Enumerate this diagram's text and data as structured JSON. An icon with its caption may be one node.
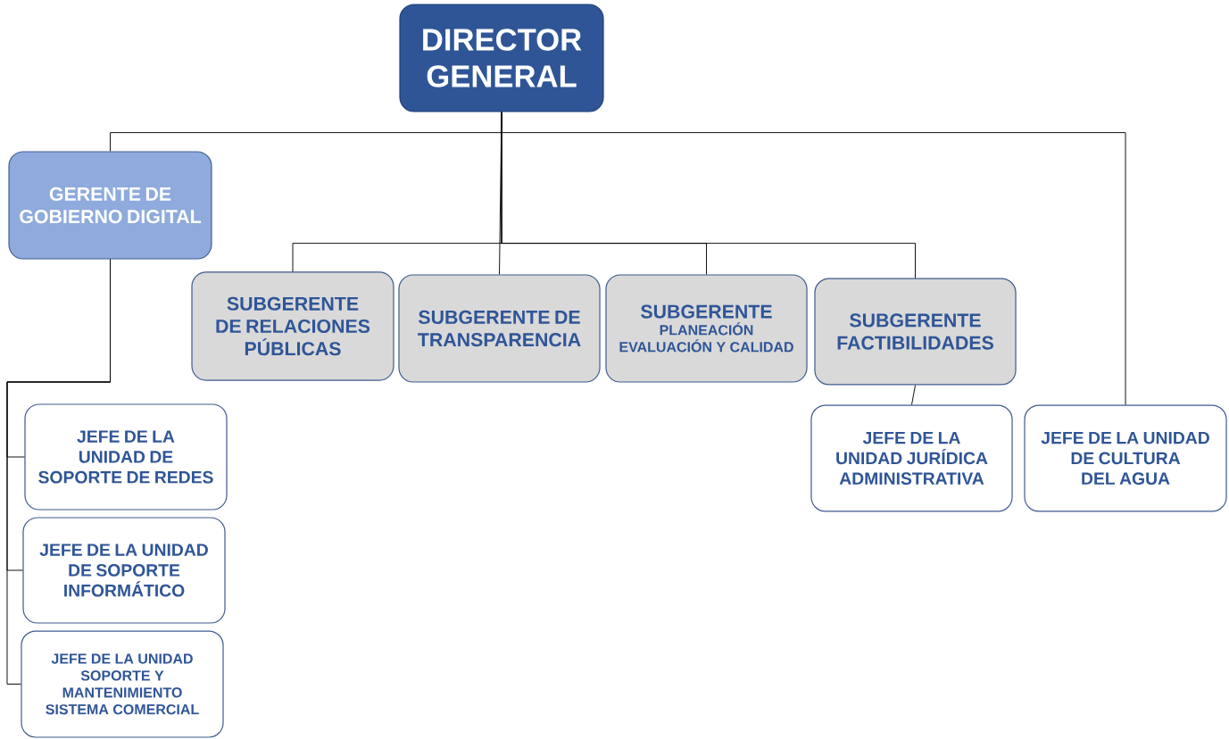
{
  "diagram": {
    "nodes": [
      {
        "text": [
          "DIRECTOR GENERAL"
        ]
      },
      {
        "text": [
          "GERENTE DE GOBIERNO DIGITAL"
        ]
      },
      {
        "text": [
          "SUBGERENTE DE RELACIONES PÚBLICAS"
        ]
      },
      {
        "text": [
          "SUBGERENTE DE TRANSPARENCIA"
        ]
      },
      {
        "text": [
          "SUBGERENTE",
          "PLANEACIÓN EVALUACIÓN Y CALIDAD"
        ]
      },
      {
        "text": [
          "SUBGERENTE FACTIBILIDADES"
        ]
      },
      {
        "text": [
          "JEFE DE LA UNIDAD JURÍDICA ADMINISTRATIVA"
        ]
      },
      {
        "text": [
          "JEFE DE LA UNIDAD DE CULTURA DEL AGUA"
        ]
      },
      {
        "text": [
          "JEFE DE LA UNIDAD DE SOPORTE DE REDES"
        ]
      },
      {
        "text": [
          "JEFE DE LA UNIDAD DE SOPORTE INFORMÁTICO"
        ]
      },
      {
        "text": [
          "JEFE DE LA UNIDAD SOPORTE Y MANTENIMIENTO SISTEMA COMERCIAL"
        ]
      }
    ],
    "edges": [
      {
        "from": 0,
        "to": 1,
        "arrow": "none"
      },
      {
        "from": 0,
        "to": 7,
        "arrow": "none"
      },
      {
        "from": 0,
        "to": 3,
        "arrow": "none"
      },
      {
        "from": 0,
        "to": 2,
        "arrow": "none"
      },
      {
        "from": 0,
        "to": 4,
        "arrow": "none"
      },
      {
        "from": 0,
        "to": 5,
        "arrow": "none"
      },
      {
        "from": 5,
        "to": 6,
        "arrow": "none"
      },
      {
        "from": 1,
        "to": 8,
        "arrow": "none"
      },
      {
        "from": 1,
        "to": 9,
        "arrow": "none"
      },
      {
        "from": 1,
        "to": 10,
        "arrow": "none"
      }
    ]
  }
}
